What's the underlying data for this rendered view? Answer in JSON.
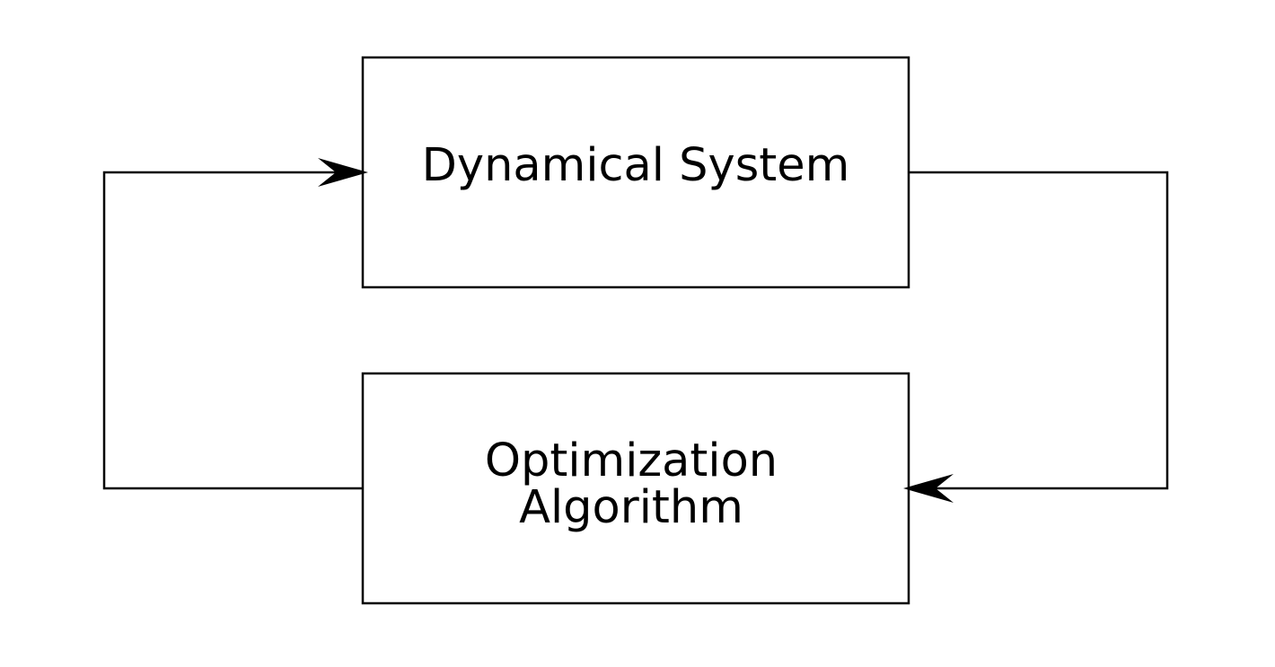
{
  "diagram": {
    "type": "feedback-loop",
    "blocks": {
      "top": {
        "label": "Dynamical System"
      },
      "bottom": {
        "label_line1": "Optimization",
        "label_line2": "Algorithm"
      }
    },
    "connections": [
      {
        "from": "Dynamical System",
        "to": "Optimization Algorithm",
        "route": "right"
      },
      {
        "from": "Optimization Algorithm",
        "to": "Dynamical System",
        "route": "left"
      }
    ],
    "colors": {
      "stroke": "#000000",
      "background": "#ffffff"
    }
  }
}
